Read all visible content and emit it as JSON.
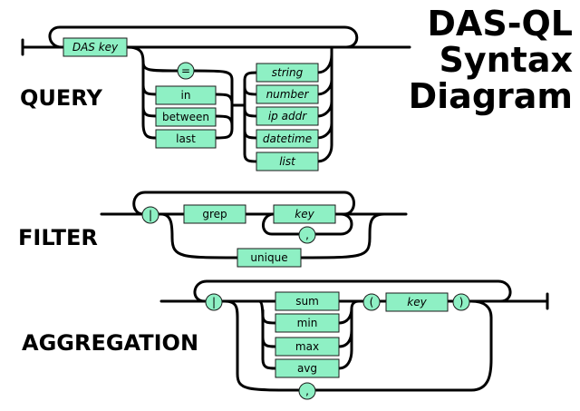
{
  "title": {
    "line1": "DAS-QL",
    "line2": "Syntax",
    "line3": "Diagram"
  },
  "sections": {
    "query": "QUERY",
    "filter": "FILTER",
    "aggregation": "AGGREGATION"
  },
  "query": {
    "das_key": "DAS key",
    "operators": [
      "=",
      "in",
      "between",
      "last"
    ],
    "value_types": [
      "string",
      "number",
      "ip addr",
      "datetime",
      "list"
    ]
  },
  "filter": {
    "pipe": "|",
    "grep": "grep",
    "key": "key",
    "comma": ",",
    "unique": "unique"
  },
  "aggregation": {
    "pipe": "|",
    "functions": [
      "sum",
      "min",
      "max",
      "avg"
    ],
    "open_paren": "(",
    "key": "key",
    "close_paren": ")",
    "comma": ","
  }
}
